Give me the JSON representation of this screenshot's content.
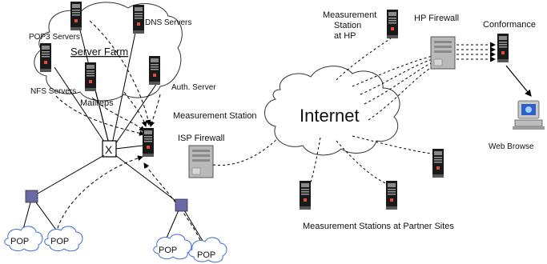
{
  "labels": {
    "server_farm": "Server Farm",
    "dns_servers": "DNS Servers",
    "pop3_servers": "POP3 Servers",
    "nfs_servers": "NFS Servers",
    "mailreps": "Mailreps",
    "auth_server": "Auth. Server",
    "measurement_station": "Measurement Station",
    "isp_firewall": "ISP Firewall",
    "internet": "Internet",
    "ms_hp_line1": "Measurement",
    "ms_hp_line2": "Station",
    "ms_hp_line3": "at HP",
    "hp_firewall": "HP Firewall",
    "conformance": "Conformance",
    "web_browser": "Web Browse",
    "partner_sites": "Measurement Stations at Partner Sites",
    "pop": "POP",
    "switch_mark": "X"
  },
  "colors": {
    "server_body": "#1a1a1a",
    "server_light": "#e24b3b",
    "router": "#6b68a8",
    "firewall": "#b9b9b9",
    "cloud_stroke": "#333333",
    "pop_cloud": "#3d6bd6"
  }
}
